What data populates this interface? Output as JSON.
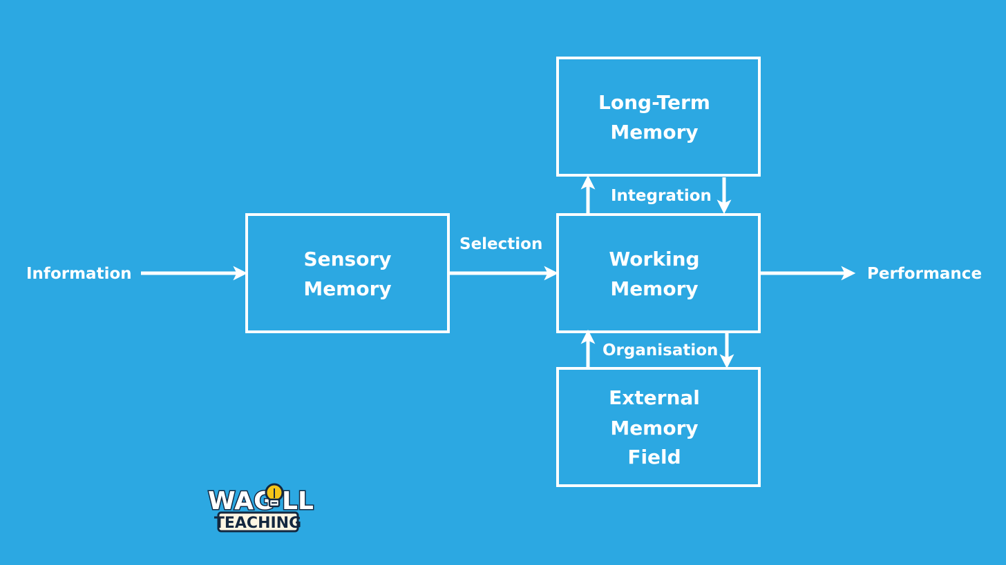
{
  "colors": {
    "background": "#2ca8e2",
    "line": "#ffffff",
    "logo_ink": "#13273f",
    "logo_bulb": "#f5c518",
    "logo_badge": "#fdf6e3"
  },
  "nodes": {
    "sensory": {
      "line1": "Sensory",
      "line2": "Memory"
    },
    "working": {
      "line1": "Working",
      "line2": "Memory"
    },
    "longterm": {
      "line1": "Long-Term",
      "line2": "Memory"
    },
    "external": {
      "line1": "External",
      "line2": "Memory",
      "line3": "Field"
    }
  },
  "labels": {
    "information": "Information",
    "performance": "Performance",
    "selection": "Selection",
    "integration": "Integration",
    "organisation": "Organisation"
  },
  "logo": {
    "top_left": "WAG",
    "top_right": "LL",
    "bottom": "TEACHING",
    "bulb_icon": "lightbulb-icon"
  }
}
